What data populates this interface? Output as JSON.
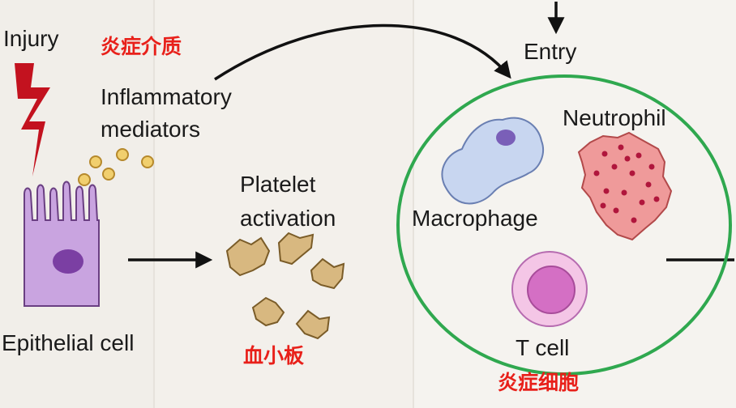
{
  "labels": {
    "injury": "Injury",
    "mediators_cn": "炎症介质",
    "mediators_line1": "Inflammatory",
    "mediators_line2": "mediators",
    "platelet_line1": "Platelet",
    "platelet_line2": "activation",
    "entry": "Entry",
    "neutrophil": "Neutrophil",
    "macrophage": "Macrophage",
    "t_cell": "T cell",
    "epithelial_cell": "Epithelial cell",
    "platelet_cn": "血小板",
    "inflammatory_cells_cn": "炎症细胞"
  },
  "colors": {
    "annotation_red": "#e8201a",
    "lightning": "#c3121f",
    "ellipse_green": "#2fa84f",
    "epithelial": "#c9a4e0",
    "platelet": "#d8b880",
    "macrophage": "#c8d6f0",
    "neutrophil": "#ef9a9a",
    "t_cell": "#f4c6e6"
  }
}
